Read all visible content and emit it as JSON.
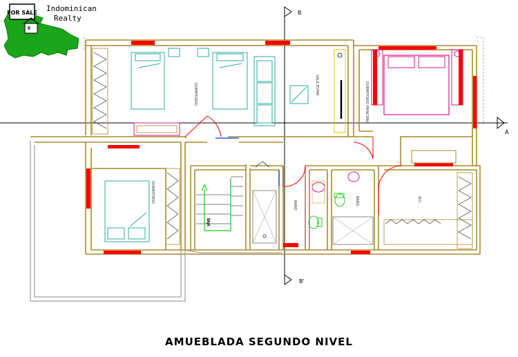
{
  "logo": {
    "sign_text": "FOR SALE",
    "company_line1": "Indominican",
    "company_line2": "Realty"
  },
  "axes": {
    "b_top": "B",
    "b_bottom": "B'",
    "a_right": "A"
  },
  "rooms": {
    "dormitorio_1": "DORMITORIO",
    "sala_estar": "SALA ESTAR",
    "dormitorio_principal": "DORMITORIO PRINCIPAL",
    "dormitorio_2": "DORMITORIO",
    "bano_1": "BAÑO",
    "bano_2": "BAÑO",
    "walk_in": "W.C.",
    "sube": "BAJA"
  },
  "caption": "AMUEBLADA SEGUNDO NIVEL",
  "colors": {
    "wall": "#a8892c",
    "window": "#ff0000",
    "door": "#ff0000",
    "furniture_cyan": "#2aa8a0",
    "bed_magenta": "#e0148c",
    "stair_green": "#11cc11",
    "fixture_green": "#22cc22",
    "logo_green": "#1aa51a"
  }
}
